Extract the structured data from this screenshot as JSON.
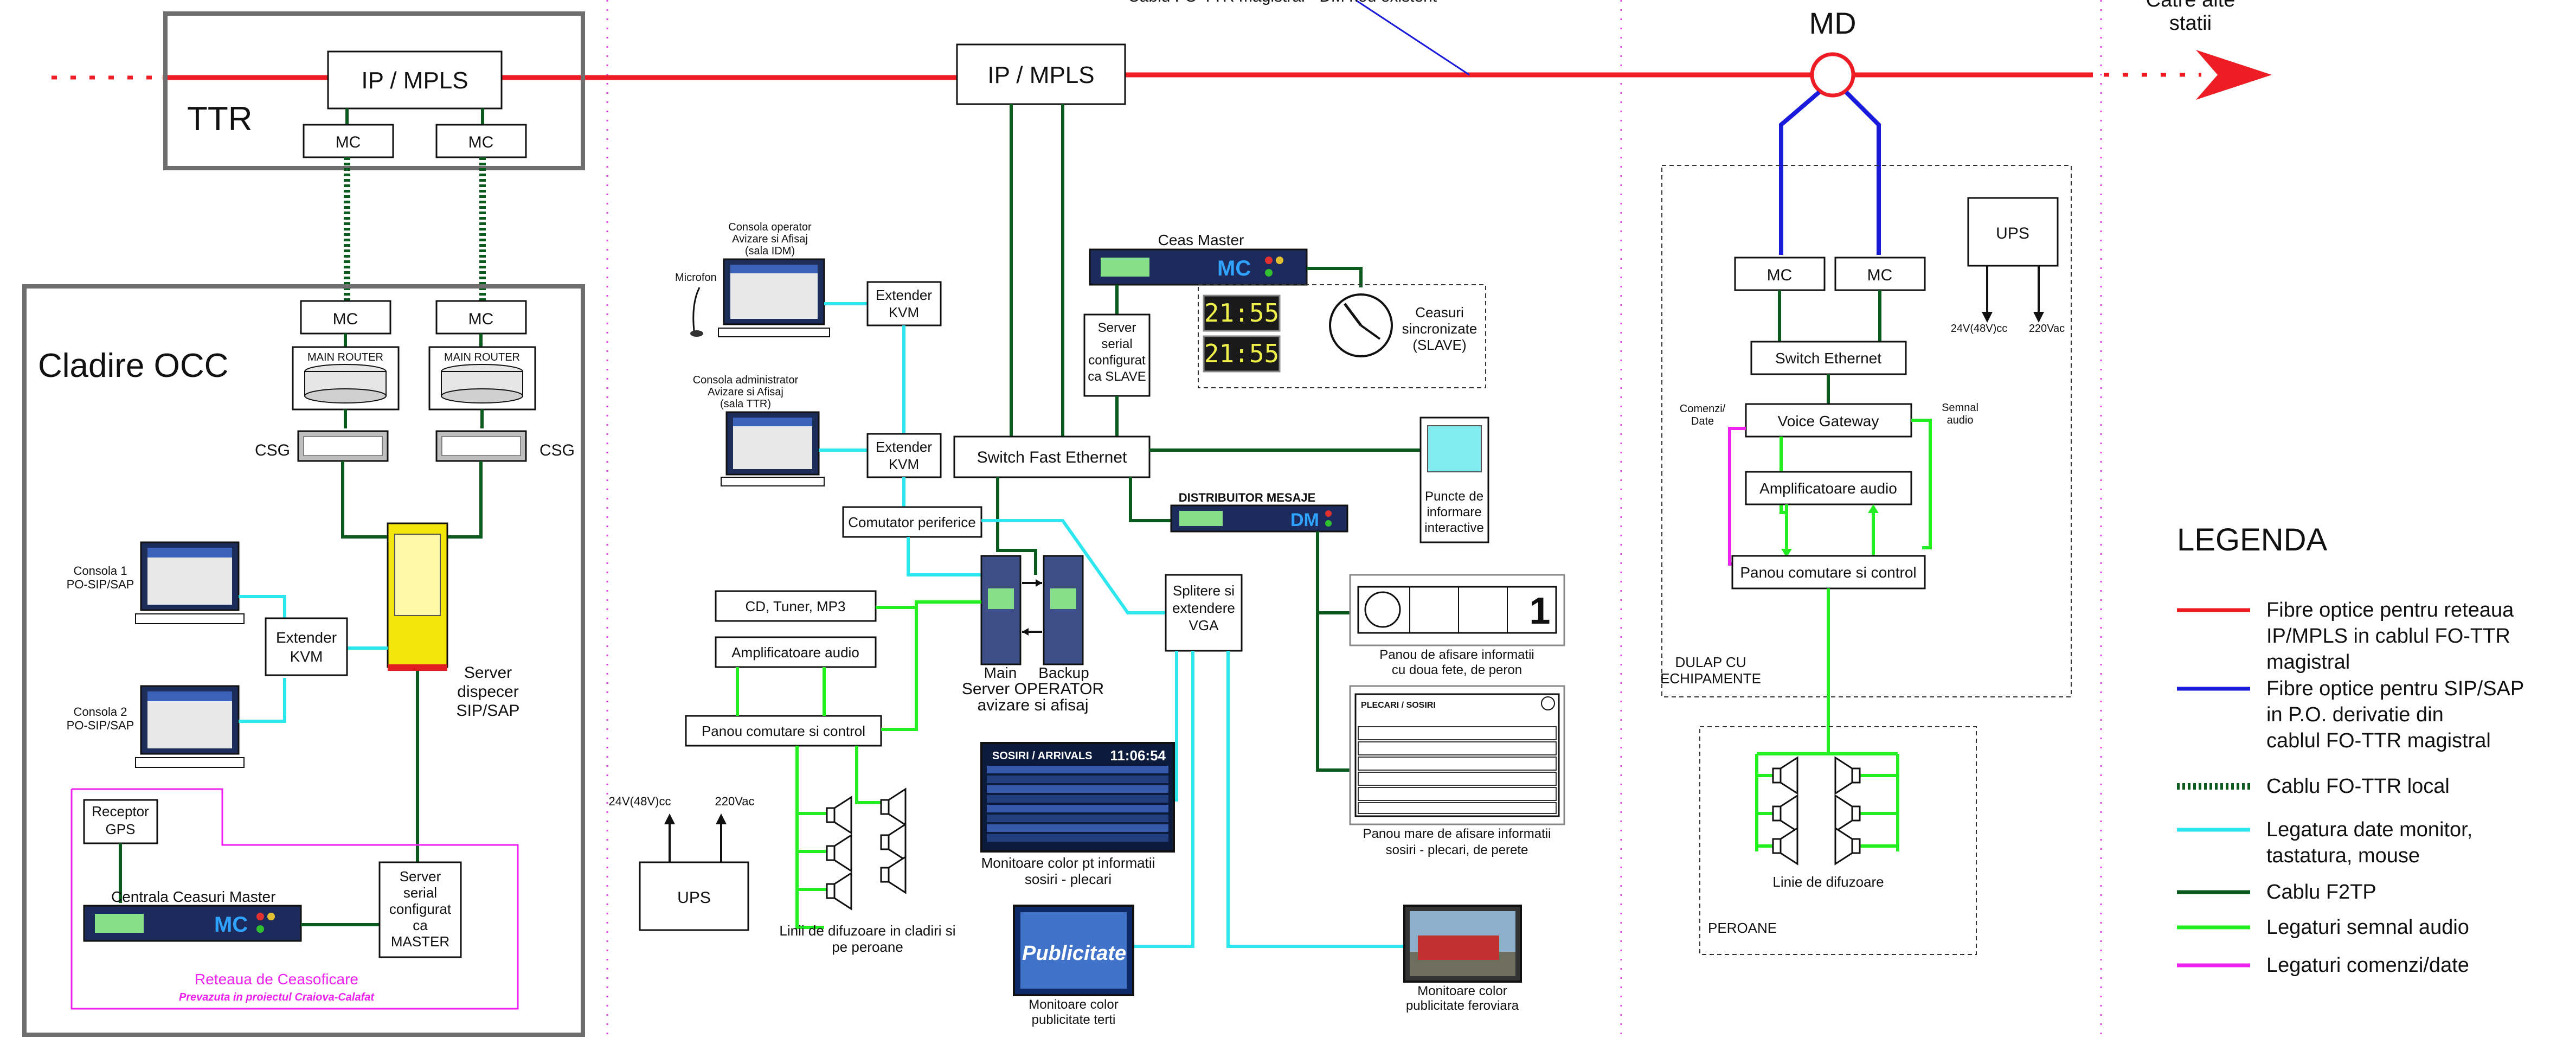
{
  "top": {
    "cable_label": "Cablu FO-TTR magistral - DM nou existent",
    "md": "MD",
    "catre_1": "Catre alte",
    "catre_2": "statii"
  },
  "ttr": {
    "title": "TTR",
    "ipmpls": "IP / MPLS",
    "mc": "MC"
  },
  "occ": {
    "title": "Cladire OCC",
    "mc": "MC",
    "router": "MAIN ROUTER",
    "csg": "CSG",
    "consola1": [
      "Consola 1",
      "PO-SIP/SAP"
    ],
    "consola2": [
      "Consola 2",
      "PO-SIP/SAP"
    ],
    "extender": [
      "Extender",
      "KVM"
    ],
    "server": [
      "Server",
      "dispecer",
      "SIP/SAP"
    ],
    "receptor": [
      "Receptor",
      "GPS"
    ],
    "centrala": "Centrala Ceasuri Master",
    "server_master": [
      "Server",
      "serial",
      "configurat",
      "ca",
      "MASTER"
    ],
    "ceas_title": "Reteaua de Ceasoficare",
    "ceas_note": "Prevazuta in proiectul Craiova-Calafat"
  },
  "station": {
    "ipmpls": "IP / MPLS",
    "consola_op": [
      "Consola operator",
      "Avizare si Afisaj",
      "(sala IDM)"
    ],
    "consola_adm": [
      "Consola administrator",
      "Avizare si Afisaj",
      "(sala TTR)"
    ],
    "microfon": "Microfon",
    "extender": [
      "Extender",
      "KVM"
    ],
    "ceas_master": "Ceas Master",
    "server_slave": [
      "Server",
      "serial",
      "configurat",
      "ca SLAVE"
    ],
    "clock_digits": "21:55",
    "ceasuri": [
      "Ceasuri",
      "sincronizate",
      "(SLAVE)"
    ],
    "switch": "Switch Fast Ethernet",
    "puncte": [
      "Puncte de",
      "informare",
      "interactive"
    ],
    "comutator": "Comutator periferice",
    "distribuitor": "DISTRIBUITOR MESAJE",
    "cd": "CD, Tuner, MP3",
    "amplif": "Amplificatoare audio",
    "panou": "Panou comutare si control",
    "server_op": [
      "Main",
      "Backup",
      "Server OPERATOR",
      "avizare si afisaj"
    ],
    "splitter": [
      "Splitere si",
      "extendere",
      "VGA"
    ],
    "panou_peron": [
      "Panou de afisare informatii",
      "cu doua fete, de peron"
    ],
    "panou_peron_num": "1",
    "board_title": "SOSIRI / ARRIVALS",
    "board_time": "11:06:54",
    "monitoare": [
      "Monitoare color pt informatii",
      "sosiri - plecari"
    ],
    "panou_mare_title": "PLECARI / SOSIRI",
    "panou_mare": [
      "Panou mare de afisare informatii",
      "sosiri - plecari, de perete"
    ],
    "ups_v1": "24V(48V)cc",
    "ups_v2": "220Vac",
    "ups": "UPS",
    "difuzoare": [
      "Linii de difuzoare in cladiri si",
      "pe peroane"
    ],
    "publicitate_word": "Publicitate",
    "mon_terti": [
      "Monitoare color",
      "publicitate terti"
    ],
    "mon_fero": [
      "Monitoare color",
      "publicitate feroviara"
    ]
  },
  "md_side": {
    "mc": "MC",
    "ups": "UPS",
    "ups_v1": "24V(48V)cc",
    "ups_v2": "220Vac",
    "switch": "Switch Ethernet",
    "comenzi": [
      "Comenzi/",
      "Date"
    ],
    "semnal": [
      "Semnal",
      "audio"
    ],
    "voice": "Voice Gateway",
    "amplif": "Amplificatoare audio",
    "panou": "Panou comutare si control",
    "dulap": [
      "DULAP  CU",
      "ECHIPAMENTE"
    ],
    "linie": "Linie de difuzoare",
    "peroane": "PEROANE"
  },
  "legend": {
    "title": "LEGENDA",
    "items": [
      {
        "color": "#ee1c24",
        "style": "solid",
        "lines": [
          "Fibre optice pentru reteaua",
          "IP/MPLS in cablul FO-TTR",
          "magistral"
        ]
      },
      {
        "color": "#1a1adc",
        "style": "solid",
        "lines": [
          "Fibre optice pentru SIP/SAP",
          "in P.O. derivatie din",
          "cablul FO-TTR magistral"
        ]
      },
      {
        "color": "#0b5a1e",
        "style": "chain",
        "lines": [
          "Cablu FO-TTR local"
        ]
      },
      {
        "color": "#2ee6ee",
        "style": "solid",
        "lines": [
          "Legatura date monitor,",
          "tastatura, mouse"
        ]
      },
      {
        "color": "#0b5a1e",
        "style": "solid",
        "lines": [
          "Cablu F2TP"
        ]
      },
      {
        "color": "#22ee22",
        "style": "solid",
        "lines": [
          "Legaturi semnal audio"
        ]
      },
      {
        "color": "#ee22ee",
        "style": "solid",
        "lines": [
          "Legaturi comenzi/date"
        ]
      }
    ]
  }
}
